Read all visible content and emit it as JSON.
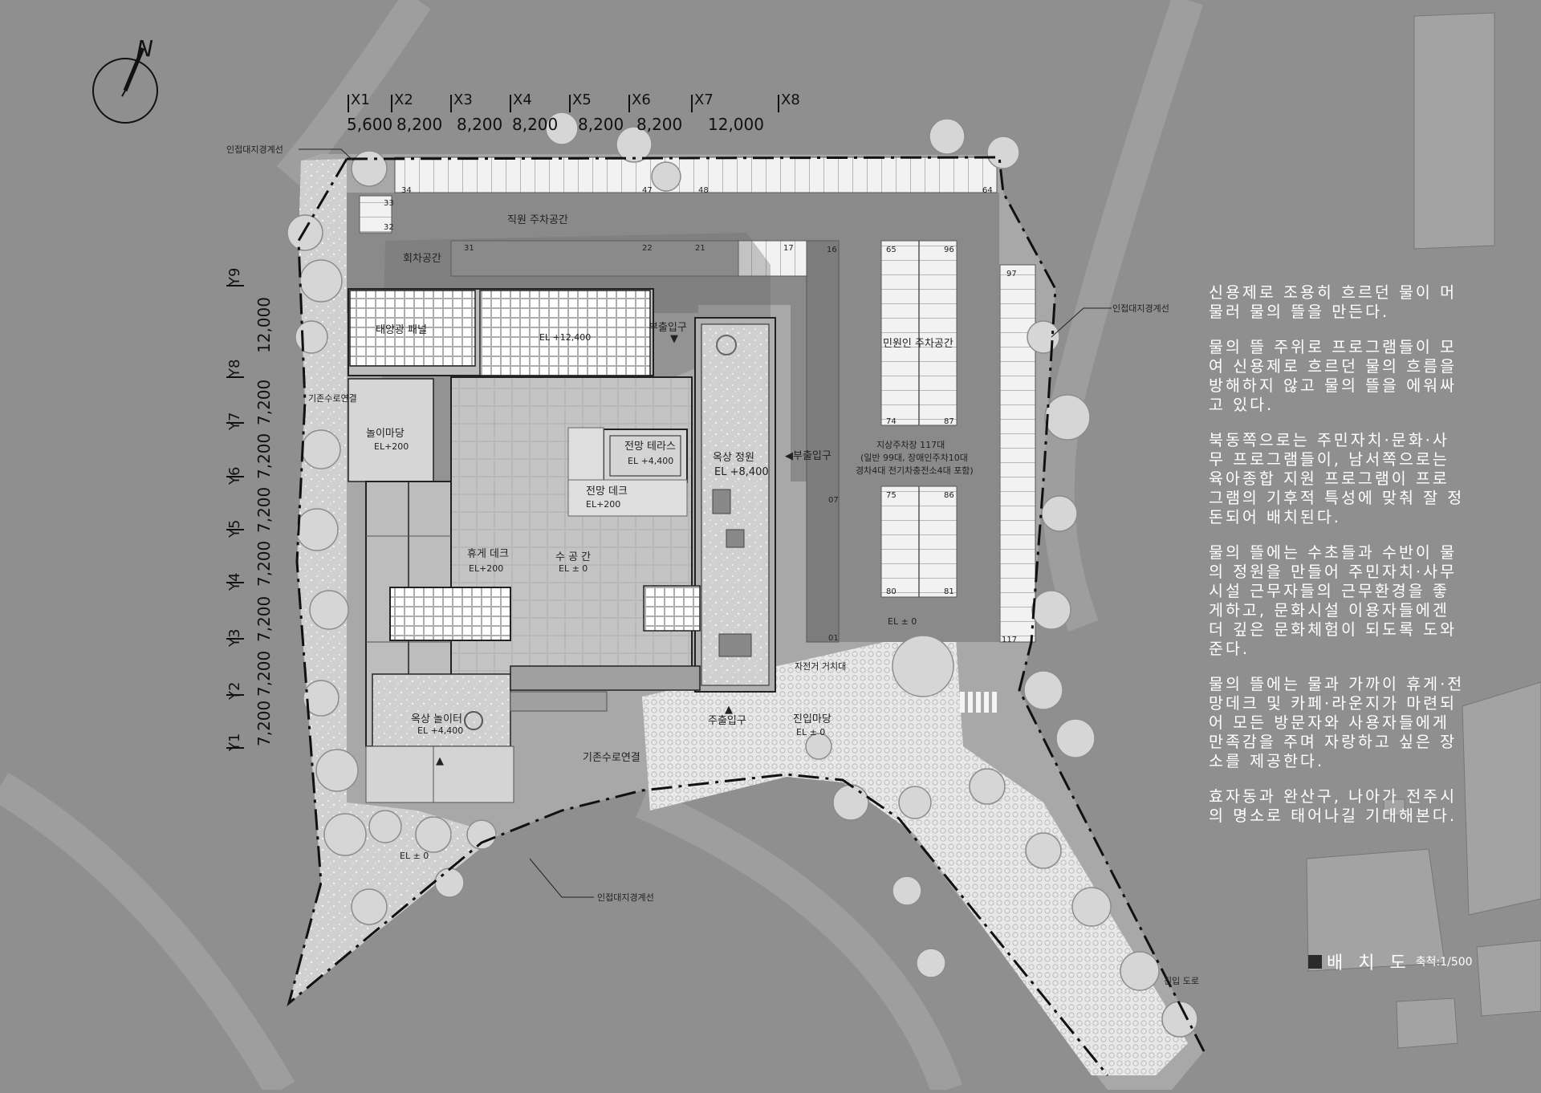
{
  "drawing": {
    "north_label": "N",
    "title": "배 치 도",
    "scale": "축척:1/500"
  },
  "grid_x": {
    "labels": [
      "X1",
      "X2",
      "X3",
      "X4",
      "X5",
      "X6",
      "X7",
      "X8"
    ],
    "dims": [
      "5,600",
      "8,200",
      "8,200",
      "8,200",
      "8,200",
      "8,200",
      "12,000"
    ]
  },
  "grid_y": {
    "labels": [
      "Y9",
      "Y8",
      "Y7",
      "Y6",
      "Y5",
      "Y4",
      "Y3",
      "Y2",
      "Y1"
    ],
    "dims": [
      "12,000",
      "7,200",
      "7,200",
      "7,200",
      "7,200",
      "7,200",
      "7,200",
      "7,200"
    ]
  },
  "labels": {
    "boundary_1": "인접대지경계선",
    "boundary_2": "인접대지경계선",
    "boundary_3": "인접대지경계선",
    "staff_parking": "직원 주차공간",
    "turnaround": "회차공간",
    "solar_panel": "태양광 패널",
    "el_roof": "EL +12,400",
    "sub_entrance_top": "부출입구",
    "civil_parking": "민원인 주차공간",
    "existing_water_1": "기존수로연결",
    "play_yard": "놀이마당",
    "play_yard_el": "EL+200",
    "view_terrace": "전망 테라스",
    "view_terrace_el": "EL +4,400",
    "rooftop_garden": "옥상 정원",
    "rooftop_garden_el": "EL +8,400",
    "sub_entrance_right": "◀부출입구",
    "parking_info_1": "지상주차장 117대",
    "parking_info_2": "(일반 99대, 장애인주차10대",
    "parking_info_3": "경차4대 전기차충전소4대 포함)",
    "view_deck": "전망 데크",
    "view_deck_el": "EL+200",
    "rest_deck": "휴게 데크",
    "rest_deck_el": "EL+200",
    "water_space": "수 공 간",
    "water_space_el": "EL ± 0",
    "bike_rack": "자전거 거치대",
    "el_zero_right": "EL ± 0",
    "rooftop_play": "옥상 놀이터",
    "rooftop_play_el": "EL +4,400",
    "main_entrance": "주출입구",
    "entry_yard": "진입마당",
    "entry_yard_el": "EL ± 0",
    "existing_water_2": "기존수로연결",
    "el_zero_left": "EL ± 0",
    "access_road": "진입 도로"
  },
  "stall_numbers": [
    "34",
    "33",
    "32",
    "47",
    "48",
    "64",
    "31",
    "22",
    "21",
    "17",
    "16",
    "65",
    "96",
    "97",
    "74",
    "87",
    "75",
    "86",
    "80",
    "81",
    "117",
    "07",
    "01"
  ],
  "description": [
    "신용제로 조용히 흐르던 물이 머물러 물의 뜰을 만든다.",
    "물의 뜰 주위로 프로그램들이 모여 신용제로 흐르던 물의 흐름을 방해하지 않고 물의 뜰을 에워싸고 있다.",
    "북동쪽으로는 주민자치·문화·사무 프로그램들이, 남서쪽으로는 육아종합 지원 프로그램이 프로그램의 기후적 특성에 맞춰 잘 정돈되어 배치된다.",
    "물의 뜰에는 수초들과 수반이 물의 정원을 만들어 주민자치·사무시설 근무자들의 근무환경을 좋게하고, 문화시설 이용자들에겐 더 깊은 문화체험이 되도록 도와준다.",
    "물의 뜰에는 물과 가까이 휴게·전망데크 및 카페·라운지가 마련되어 모든 방문자와 사용자들에게 만족감을 주며 자랑하고 싶은 장소를 제공한다.",
    "효자동과 완산구, 나아가 전주시의 명소로 태어나길 기대해본다."
  ],
  "colors": {
    "background": "#8f8f8f",
    "site": "#a6a6a6",
    "paving": "#d9d9d9",
    "building": "#bdbdbd",
    "ink": "#1a1a1a",
    "white": "#ffffff"
  }
}
